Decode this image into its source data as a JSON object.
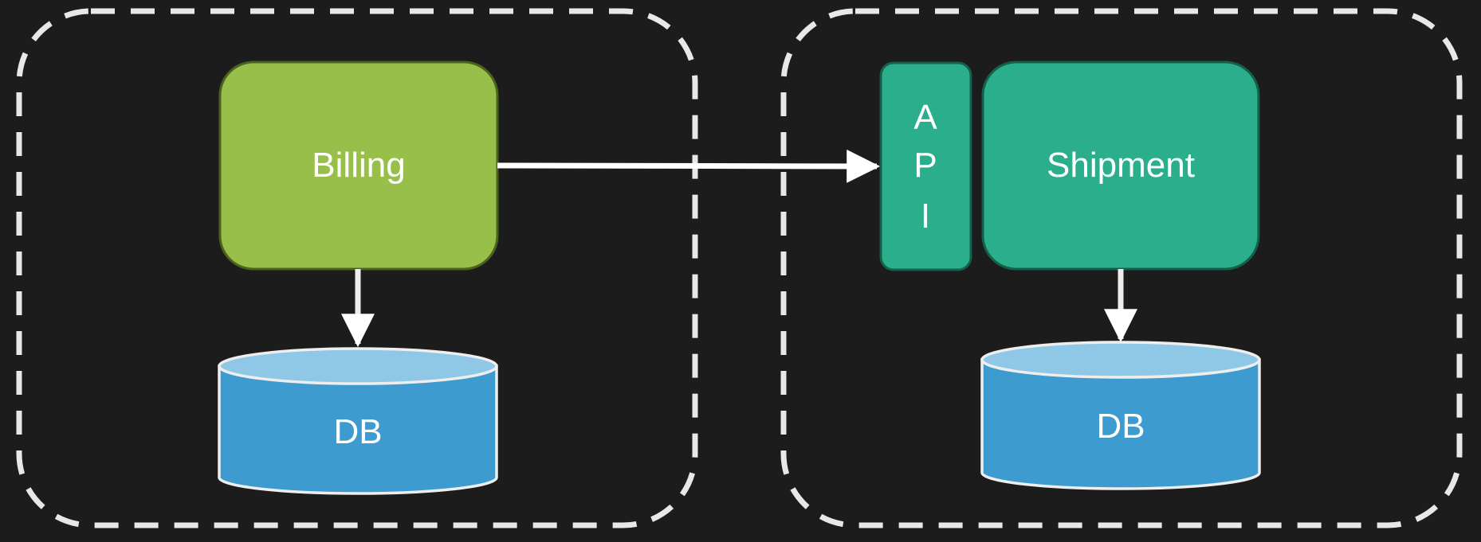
{
  "diagram": {
    "colors": {
      "background": "#1c1c1c",
      "boundary": "#e8e8e8",
      "billing_fill": "#98bf4a",
      "billing_stroke": "#4a6420",
      "shipment_fill": "#2aae8c",
      "shipment_stroke": "#14604c",
      "db_body": "#3d9bd0",
      "db_top": "#8fc8e6",
      "db_stroke": "#eeeeee",
      "arrow": "#ffffff",
      "text": "#ffffff"
    },
    "billing": {
      "label": "Billing"
    },
    "billing_db": {
      "label": "DB"
    },
    "api": {
      "letters": [
        "A",
        "P",
        "I"
      ]
    },
    "shipment": {
      "label": "Shipment"
    },
    "shipment_db": {
      "label": "DB"
    }
  }
}
